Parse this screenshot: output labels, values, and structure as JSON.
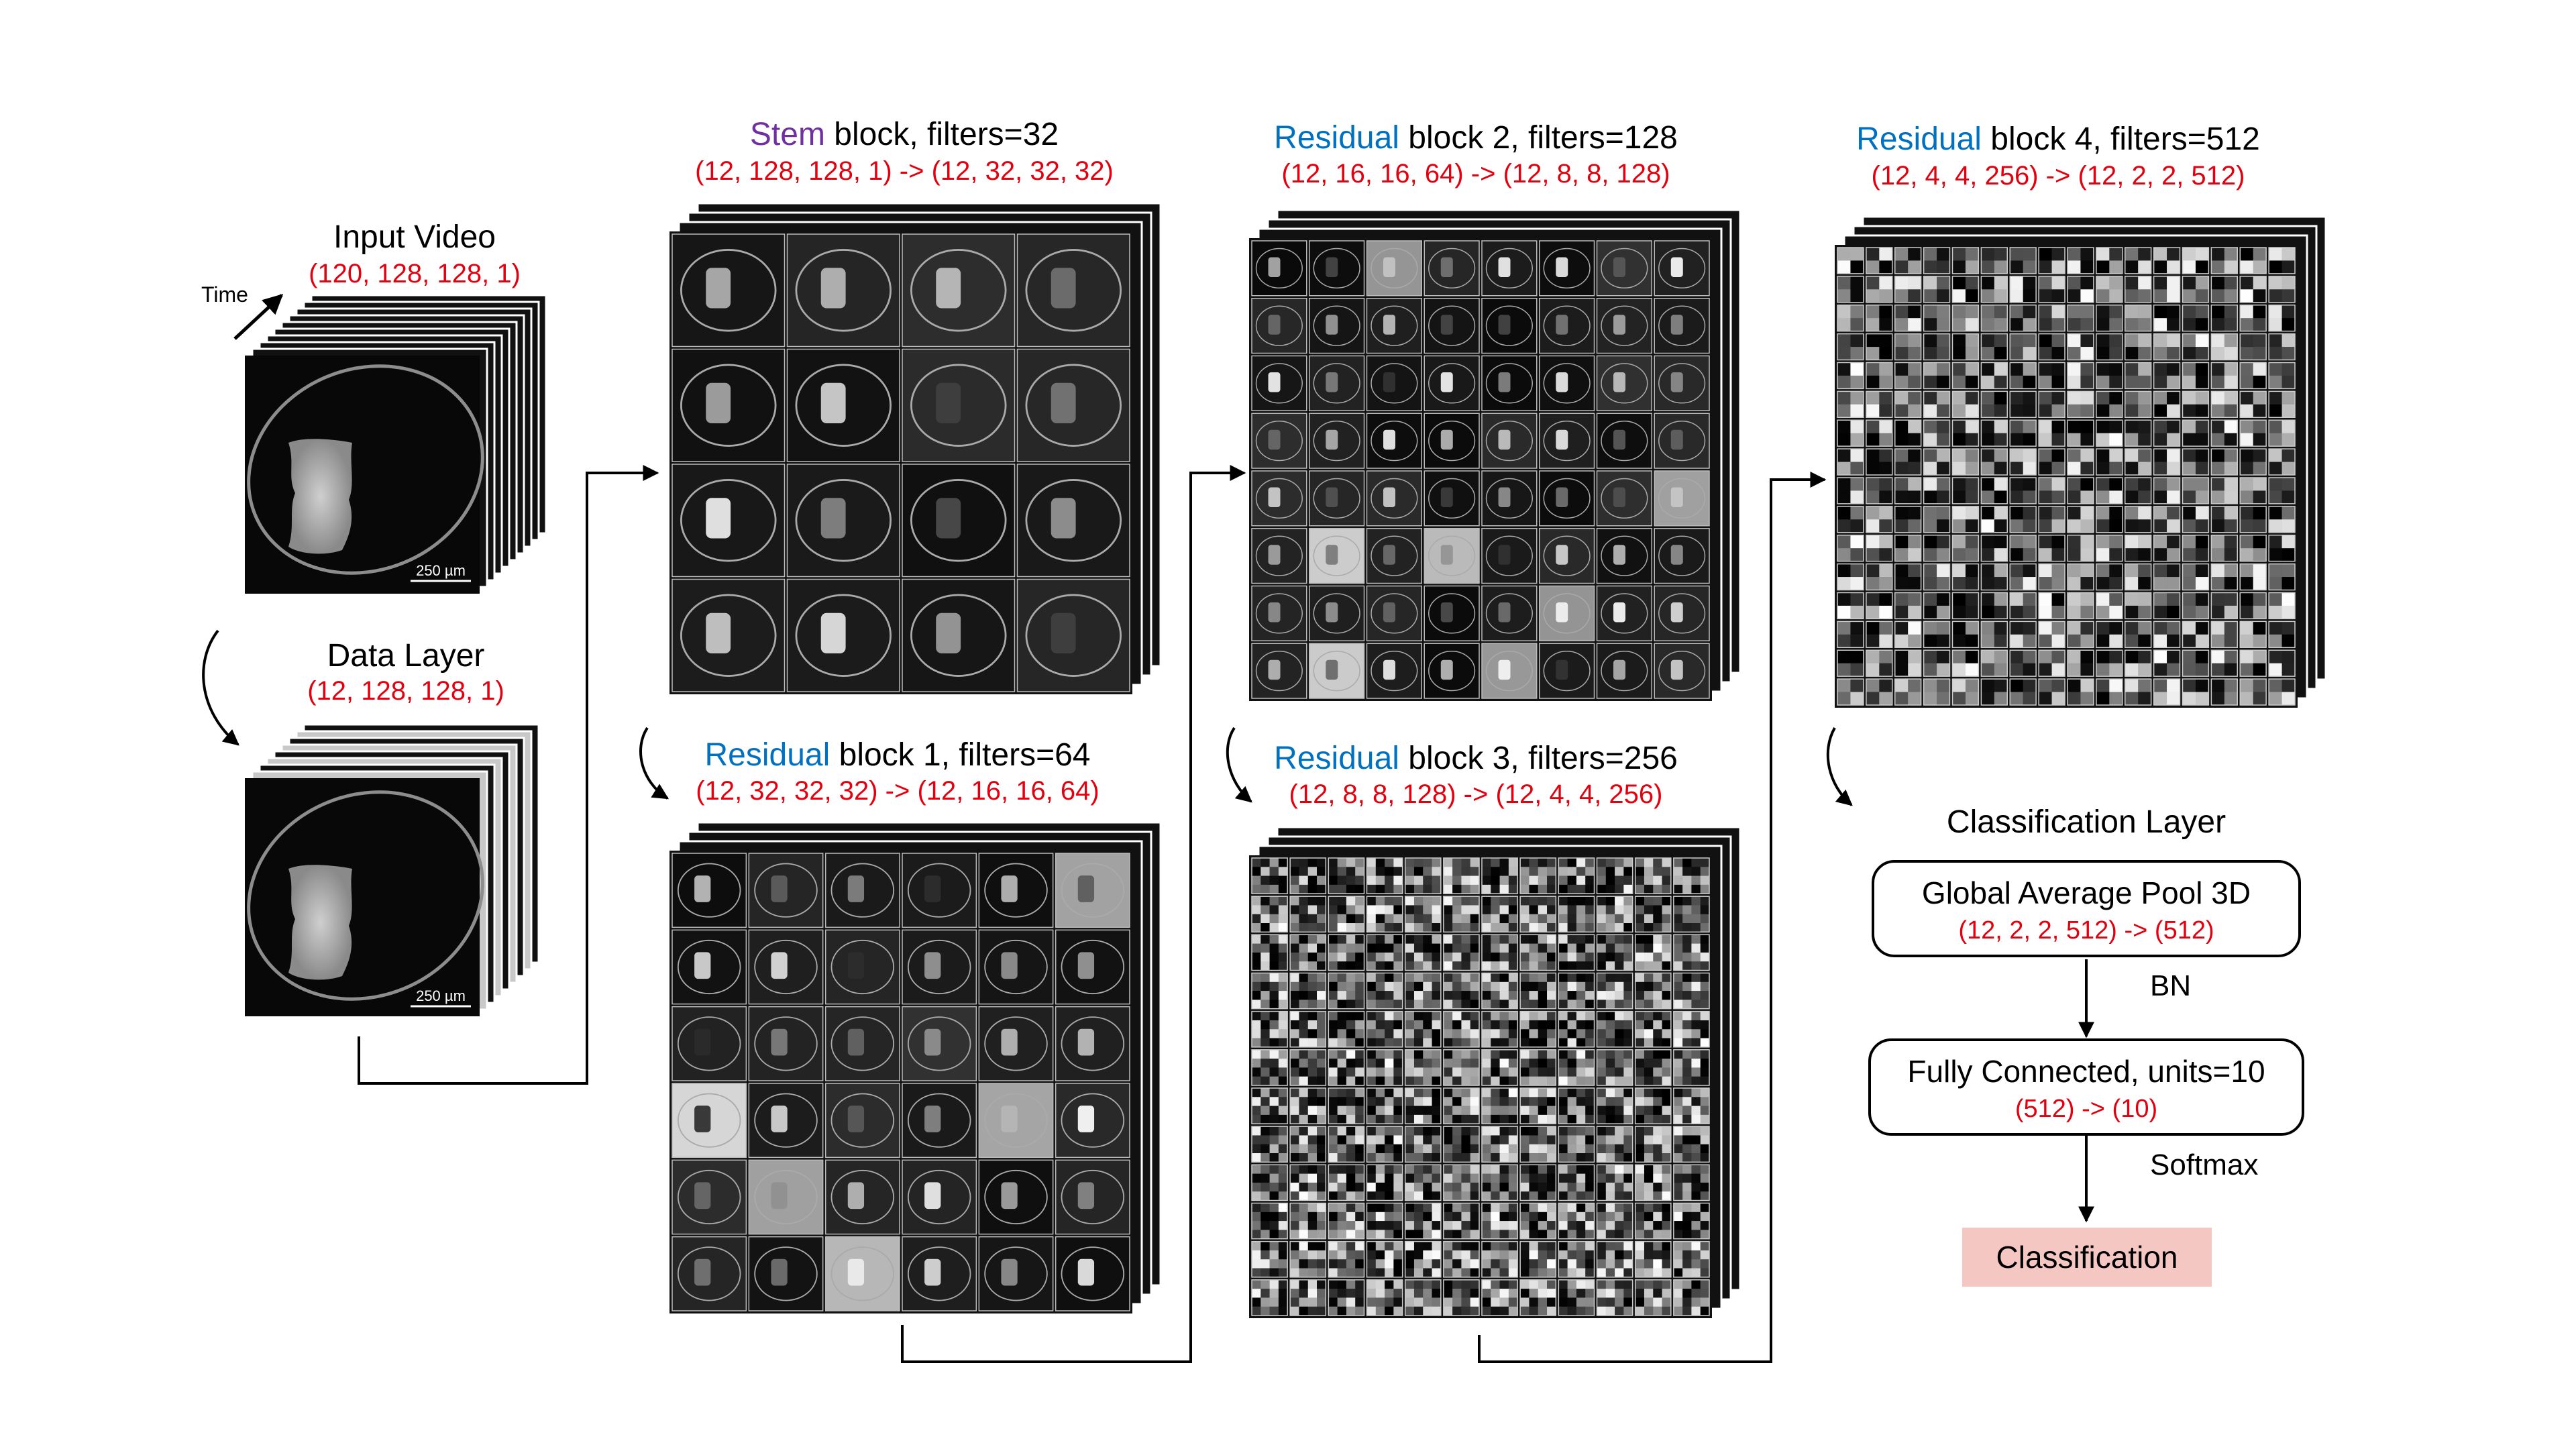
{
  "input_video": {
    "title": "Input Video",
    "shape": "(120, 128, 128, 1)",
    "time_label": "Time",
    "scale_bar": "250 µm"
  },
  "data_layer": {
    "title": "Data Layer",
    "shape": "(12, 128, 128, 1)",
    "scale_bar": "250 µm"
  },
  "stem": {
    "kw": "Stem",
    "rest": " block, filters=32",
    "shape": "(12, 128, 128, 1) -> (12, 32, 32, 32)"
  },
  "res1": {
    "kw": "Residual",
    "rest": " block 1, filters=64",
    "shape": "(12, 32, 32, 32) -> (12, 16, 16, 64)"
  },
  "res2": {
    "kw": "Residual",
    "rest": " block 2, filters=128",
    "shape": "(12, 16, 16, 64) -> (12, 8, 8, 128)"
  },
  "res3": {
    "kw": "Residual",
    "rest": " block 3, filters=256",
    "shape": "(12, 8, 8, 128) -> (12, 4, 4, 256)"
  },
  "res4": {
    "kw": "Residual",
    "rest": " block 4, filters=512",
    "shape": "(12, 4, 4, 256) -> (12, 2, 2, 512)"
  },
  "classification_layer": {
    "title": "Classification Layer",
    "gap": {
      "title": "Global Average Pool 3D",
      "shape": "(12, 2, 2, 512) -> (512)"
    },
    "bn": "BN",
    "fc": {
      "title": "Fully Connected, units=10",
      "shape": "(512) -> (10)"
    },
    "softmax": "Softmax",
    "output": "Classification"
  },
  "colors": {
    "shape_text": "#e3000f",
    "stem_kw": "#7030a0",
    "residual_kw": "#0070c0",
    "output_fill": "#f4c7c3"
  },
  "feature_grids": {
    "stem": 4,
    "res1": 6,
    "res2": 8,
    "res3": 12,
    "res4": 16
  }
}
